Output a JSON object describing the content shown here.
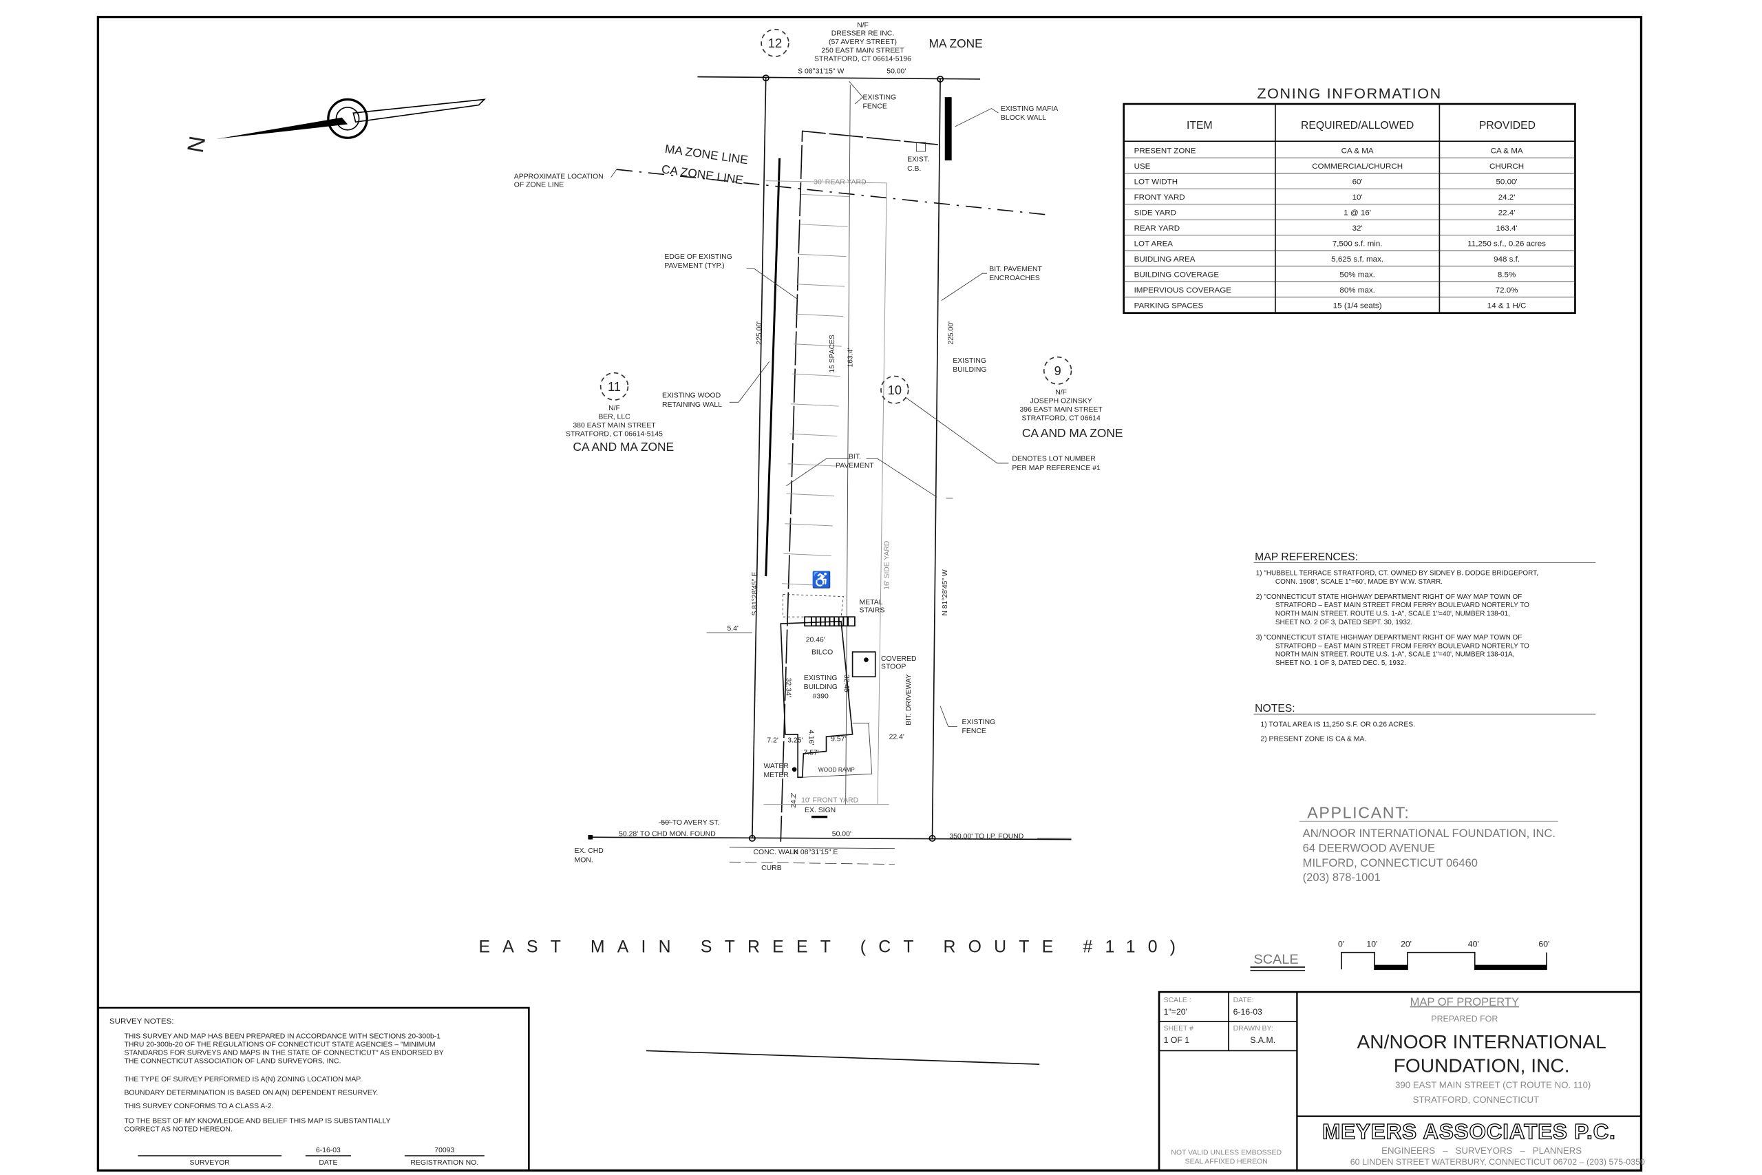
{
  "plan": {
    "north_label": "N",
    "lot12": {
      "number": "12",
      "lines": [
        "N/F",
        "DRESSER RE INC.",
        "(57 AVERY STREET)",
        "250 EAST MAIN STREET",
        "STRATFORD, CT  06614-5196"
      ],
      "zone": "MA ZONE"
    },
    "lot11": {
      "number": "11",
      "lines": [
        "N/F",
        "BER, LLC",
        "380 EAST MAIN STREET",
        "STRATFORD, CT  06614-5145"
      ],
      "zone": "CA AND MA ZONE"
    },
    "lot10": {
      "number": "10"
    },
    "lot9": {
      "number": "9",
      "lines": [
        "N/F",
        "JOSEPH OZINSKY",
        "396 EAST MAIN STREET",
        "STRATFORD, CT  06614"
      ],
      "zone": "CA AND MA ZONE"
    },
    "top_bearing": "S 08°31'15\" W",
    "top_distance": "50.00'",
    "bottom_bearing": "N 08°31'15\" E",
    "bottom_distance": "50.00'",
    "left_distance": "225.00'",
    "right_distance": "225.00'",
    "left_bearing": "S 81°28'45\" E",
    "right_bearing": "N 81°28'45\" W",
    "ma_zone_line": "MA ZONE LINE",
    "ca_zone_line": "CA ZONE LINE",
    "approx_zone_line": [
      "APPROXIMATE LOCATION",
      "OF ZONE LINE"
    ],
    "existing_fence_top": [
      "EXISTING",
      "FENCE"
    ],
    "mafia_wall": [
      "EXISTING MAFIA",
      "BLOCK WALL"
    ],
    "exist_cb": [
      "EXIST.",
      "C.B."
    ],
    "rear_yard": "30' REAR YARD",
    "edge_pavement": [
      "EDGE OF EXISTING",
      "PAVEMENT (TYP.)"
    ],
    "pavement_encroaches": [
      "BIT. PAVEMENT",
      "ENCROACHES"
    ],
    "spaces": "15 SPACES",
    "rear_dim": "163.4'",
    "existing_building_right": [
      "EXISTING",
      "BUILDING"
    ],
    "wood_wall": [
      "EXISTING WOOD",
      "RETAINING WALL"
    ],
    "bit_pavement": [
      "BIT.",
      "PAVEMENT"
    ],
    "denotes_lot": [
      "DENOTES LOT NUMBER",
      "PER MAP REFERENCE #1"
    ],
    "side_yard": "16' SIDE YARD",
    "metal_stairs": [
      "METAL",
      "STAIRS"
    ],
    "dim_5_4": "5.4'",
    "dim_20_46": "20.46'",
    "bilco": "BILCO",
    "covered_stoop": [
      "COVERED",
      "STOOP"
    ],
    "building": [
      "EXISTING",
      "BUILDING",
      "#390"
    ],
    "dim_32_34": "32.34'",
    "dim_32_45": "32.45'",
    "driveway": "BIT. DRIVEWAY",
    "existing_fence_right": [
      "EXISTING",
      "FENCE"
    ],
    "dim_7_2": "7.2'",
    "dim_3_25": "3.25'",
    "dim_4_16": "4.16'",
    "dim_9_57": "9.57'",
    "dim_22_4": "22.4'",
    "dim_7_57": "7.57'",
    "water_meter": [
      "WATER",
      "METER"
    ],
    "wood_ramp": "WOOD RAMP",
    "dim_24_2": "24.2'",
    "front_yard": "10' FRONT YARD",
    "ex_sign": "EX. SIGN",
    "to_avery": "50' TO AVERY ST.",
    "to_chd": "50.28' TO CHD MON. FOUND",
    "to_ip": "350.00' TO I.P. FOUND",
    "ex_chd": [
      "EX. CHD",
      "MON."
    ],
    "conc_walk": "CONC. WALK",
    "curb": "CURB",
    "street": "EAST MAIN STREET (CT ROUTE #110)"
  },
  "zoning": {
    "title": "ZONING INFORMATION",
    "headers": [
      "ITEM",
      "REQUIRED/ALLOWED",
      "PROVIDED"
    ],
    "rows": [
      [
        "PRESENT ZONE",
        "CA & MA",
        "CA & MA"
      ],
      [
        "USE",
        "COMMERCIAL/CHURCH",
        "CHURCH"
      ],
      [
        "LOT WIDTH",
        "60'",
        "50.00'"
      ],
      [
        "FRONT YARD",
        "10'",
        "24.2'"
      ],
      [
        "SIDE YARD",
        "1 @ 16'",
        "22.4'"
      ],
      [
        "REAR YARD",
        "32'",
        "163.4'"
      ],
      [
        "LOT AREA",
        "7,500 s.f. min.",
        "11,250 s.f., 0.26 acres"
      ],
      [
        "BUIDLING AREA",
        "5,625 s.f. max.",
        "948 s.f."
      ],
      [
        "BUILDING COVERAGE",
        "50% max.",
        "8.5%"
      ],
      [
        "IMPERVIOUS COVERAGE",
        "80% max.",
        "72.0%"
      ],
      [
        "PARKING SPACES",
        "15 (1/4 seats)",
        "14 & 1 H/C"
      ]
    ]
  },
  "map_references": {
    "title": "MAP REFERENCES:",
    "items": [
      [
        "1) \"HUBBELL TERRACE STRATFORD, CT. OWNED BY SIDNEY B. DODGE BRIDGEPORT,",
        "CONN. 1908\", SCALE 1\"=60', MADE BY W.W. STARR."
      ],
      [
        "2) \"CONNECTICUT STATE HIGHWAY DEPARTMENT RIGHT OF WAY MAP TOWN OF",
        "STRATFORD – EAST MAIN STREET FROM FERRY BOULEVARD NORTERLY TO",
        "NORTH MAIN STREET. ROUTE U.S. 1-A\", SCALE 1\"=40', NUMBER 138-01,",
        "SHEET NO. 2 OF 3, DATED SEPT. 30, 1932."
      ],
      [
        "3) \"CONNECTICUT STATE HIGHWAY DEPARTMENT RIGHT OF WAY MAP TOWN OF",
        "STRATFORD – EAST MAIN STREET FROM FERRY BOULEVARD NORTERLY TO",
        "NORTH MAIN STREET. ROUTE U.S. 1-A\", SCALE 1\"=40', NUMBER 138-01A,",
        "SHEET NO. 1 OF 3, DATED DEC. 5, 1932."
      ]
    ]
  },
  "notes": {
    "title": "NOTES:",
    "items": [
      "1) TOTAL AREA IS 11,250 S.F. OR 0.26 ACRES.",
      "2) PRESENT ZONE IS CA & MA."
    ]
  },
  "applicant": {
    "title": "APPLICANT:",
    "lines": [
      "AN/NOOR INTERNATIONAL FOUNDATION, INC.",
      "64 DEERWOOD AVENUE",
      "MILFORD, CONNECTICUT  06460",
      "(203) 878-1001"
    ]
  },
  "scale_bar": {
    "label": "SCALE",
    "ticks": [
      "0'",
      "10'",
      "20'",
      "40'",
      "60'"
    ]
  },
  "survey_notes": {
    "title": "SURVEY NOTES:",
    "para1": [
      "THIS SURVEY AND MAP HAS BEEN PREPARED IN ACCORDANCE WITH SECTIONS 20-300b-1",
      "THRU 20-300b-20 OF THE REGULATIONS OF CONNECTICUT STATE AGENCIES – \"MINIMUM",
      "STANDARDS FOR SURVEYS AND MAPS IN THE STATE OF CONNECTICUT\" AS ENDORSED BY",
      "THE CONNECTICUT ASSOCIATION OF LAND SURVEYORS, INC."
    ],
    "para2": "THE TYPE OF SURVEY PERFORMED IS A(N) ZONING LOCATION MAP.",
    "para3": "BOUNDARY DETERMINATION IS BASED ON A(N) DEPENDENT RESURVEY.",
    "para4": "THIS SURVEY CONFORMS TO A CLASS A-2.",
    "para5": [
      "TO THE BEST OF MY KNOWLEDGE AND BELIEF THIS MAP IS SUBSTANTIALLY",
      "CORRECT AS NOTED HEREON."
    ],
    "surveyor_label": "SURVEYOR",
    "date_value": "6-16-03",
    "date_label": "DATE",
    "reg_value": "70093",
    "reg_label": "REGISTRATION NO."
  },
  "title_block": {
    "scale_label": "SCALE :",
    "scale_value": "1\"=20'",
    "date_label": "DATE:",
    "date_value": "6-16-03",
    "sheet_label": "SHEET #",
    "sheet_value": "1 OF 1",
    "drawn_label": "DRAWN BY:",
    "drawn_value": "S.A.M.",
    "seal_note": [
      "NOT VALID UNLESS EMBOSSED",
      "SEAL AFFIXED HEREON"
    ],
    "map_title": "MAP OF PROPERTY",
    "prepared_for": "PREPARED FOR",
    "client": [
      "AN/NOOR INTERNATIONAL",
      "FOUNDATION, INC."
    ],
    "address": "390 EAST MAIN STREET (CT ROUTE NO. 110)",
    "city": "STRATFORD, CONNECTICUT",
    "firm": "MEYERS ASSOCIATES P.C.",
    "firm_services": "ENGINEERS   –   SURVEYORS   –   PLANNERS",
    "firm_address": "60 LINDEN STREET   WATERBURY, CONNECTICUT 06702 – (203) 575-0350"
  }
}
